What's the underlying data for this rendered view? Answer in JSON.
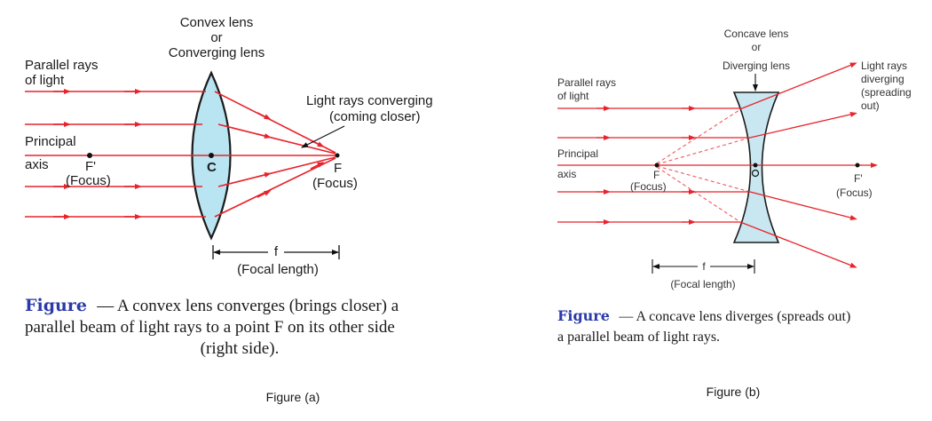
{
  "figure_a": {
    "lens_title_1": "Convex lens",
    "lens_title_2": "or",
    "lens_title_3": "Converging lens",
    "parallel_rays_1": "Parallel rays",
    "parallel_rays_2": "of light",
    "converging_1": "Light rays converging",
    "converging_2": "(coming closer)",
    "principal_1": "Principal",
    "principal_2": "axis",
    "f_prime": "F'",
    "focus_left": "(Focus)",
    "center": "C",
    "f_right": "F",
    "focus_right": "(Focus)",
    "f_symbol": "f",
    "focal_length": "(Focal length)",
    "caption_word": "Figure",
    "caption_line_1": "— A convex lens converges (brings closer) a",
    "caption_line_2": "parallel beam of light rays to a point F on its other side",
    "caption_line_3": "(right side).",
    "figure_label": "Figure (a)"
  },
  "figure_b": {
    "lens_title_1": "Concave lens",
    "lens_title_2": "or",
    "lens_title_3": "Diverging lens",
    "parallel_rays_1": "Parallel rays",
    "parallel_rays_2": "of light",
    "diverging_1": "Light rays",
    "diverging_2": "diverging",
    "diverging_3": "(spreading",
    "diverging_4": "out)",
    "principal_1": "Principal",
    "principal_2": "axis",
    "f_left": "F",
    "focus_left": "(Focus)",
    "f_prime": "F'",
    "focus_right": "(Focus)",
    "f_symbol": "f",
    "focal_length": "(Focal length)",
    "caption_word": "Figure",
    "caption_line_1": "— A concave lens diverges (spreads out)",
    "caption_line_2": "a parallel beam of light rays.",
    "figure_label": "Figure (b)"
  },
  "colors": {
    "ray": "#e8232b",
    "lens_fill": "#b9e4f2",
    "lens_stroke": "#1b1b1b",
    "caption_word": "#2b3aa8"
  }
}
